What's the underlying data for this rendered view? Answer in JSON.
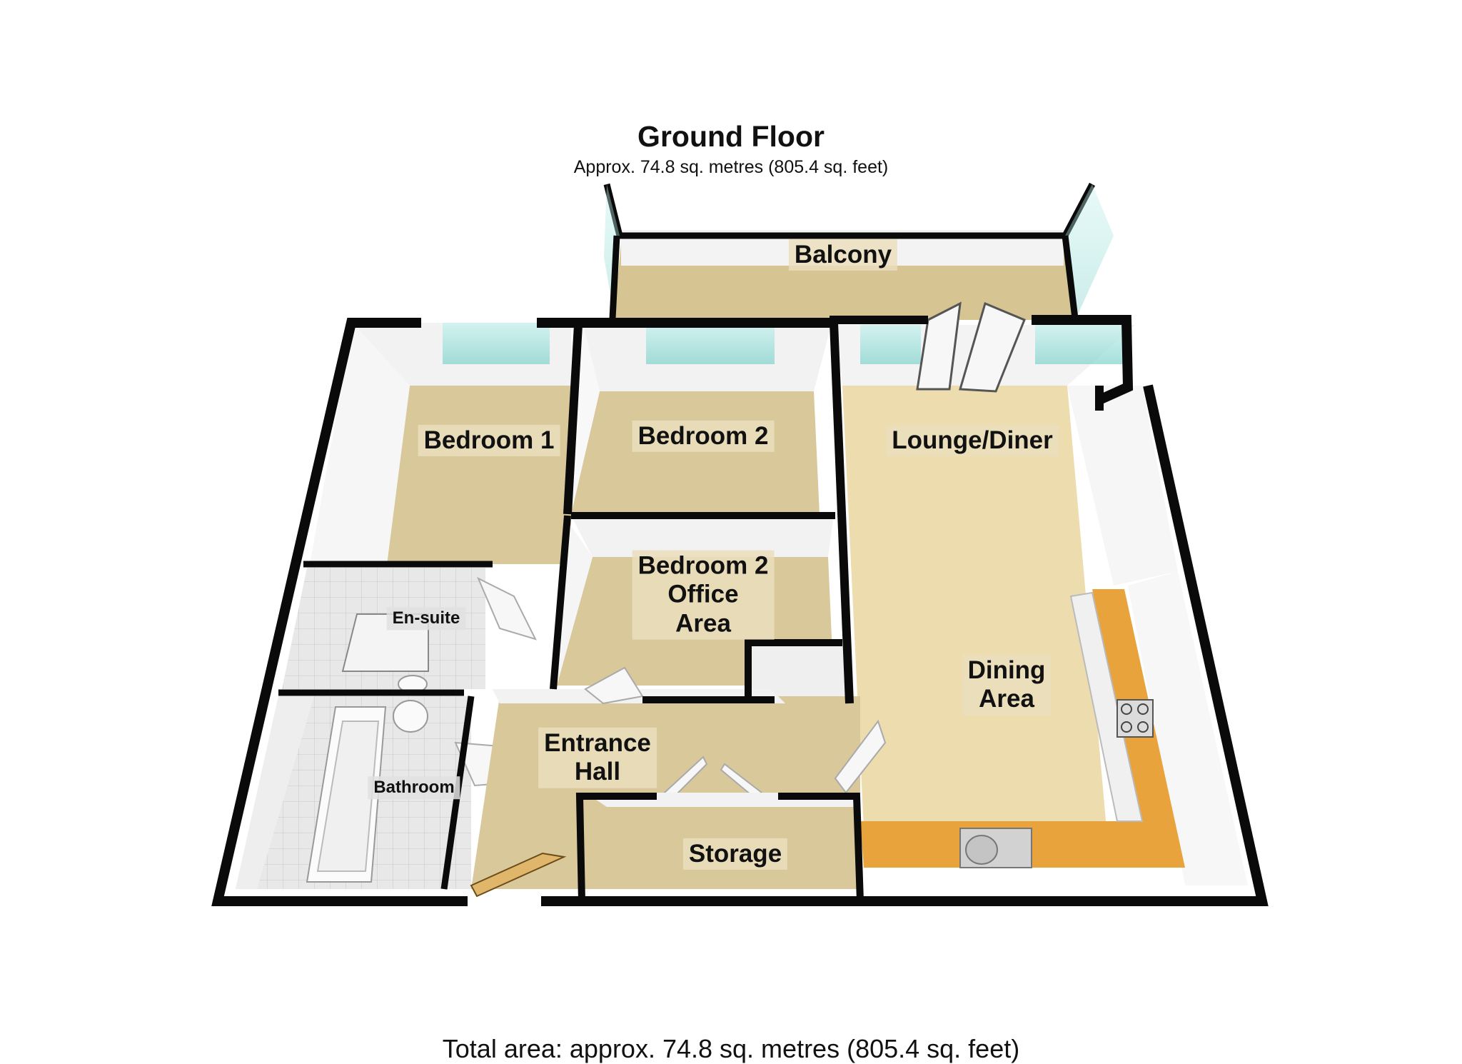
{
  "header": {
    "floor_title": "Ground Floor",
    "floor_area": "Approx. 74.8 sq. metres (805.4 sq. feet)"
  },
  "footer": {
    "total_area": "Total area: approx. 74.8 sq. metres (805.4 sq. feet)"
  },
  "rooms": {
    "balcony": "Balcony",
    "bedroom1": "Bedroom 1",
    "bedroom2": "Bedroom 2",
    "lounge": "Lounge/Diner",
    "office": "Bedroom 2\nOffice\nArea",
    "ensuite": "En-suite",
    "bathroom": "Bathroom",
    "entrance": "Entrance\nHall",
    "storage": "Storage",
    "dining": "Dining\nArea"
  },
  "colors": {
    "floor": "#d8c89a",
    "floor_light": "#ecdcae",
    "wall": "#0a0a0a",
    "wall_face": "#f4f4f4",
    "tile": "#e6e6e6",
    "worktop": "#e8a33c",
    "glass": "#a8e6e0"
  }
}
